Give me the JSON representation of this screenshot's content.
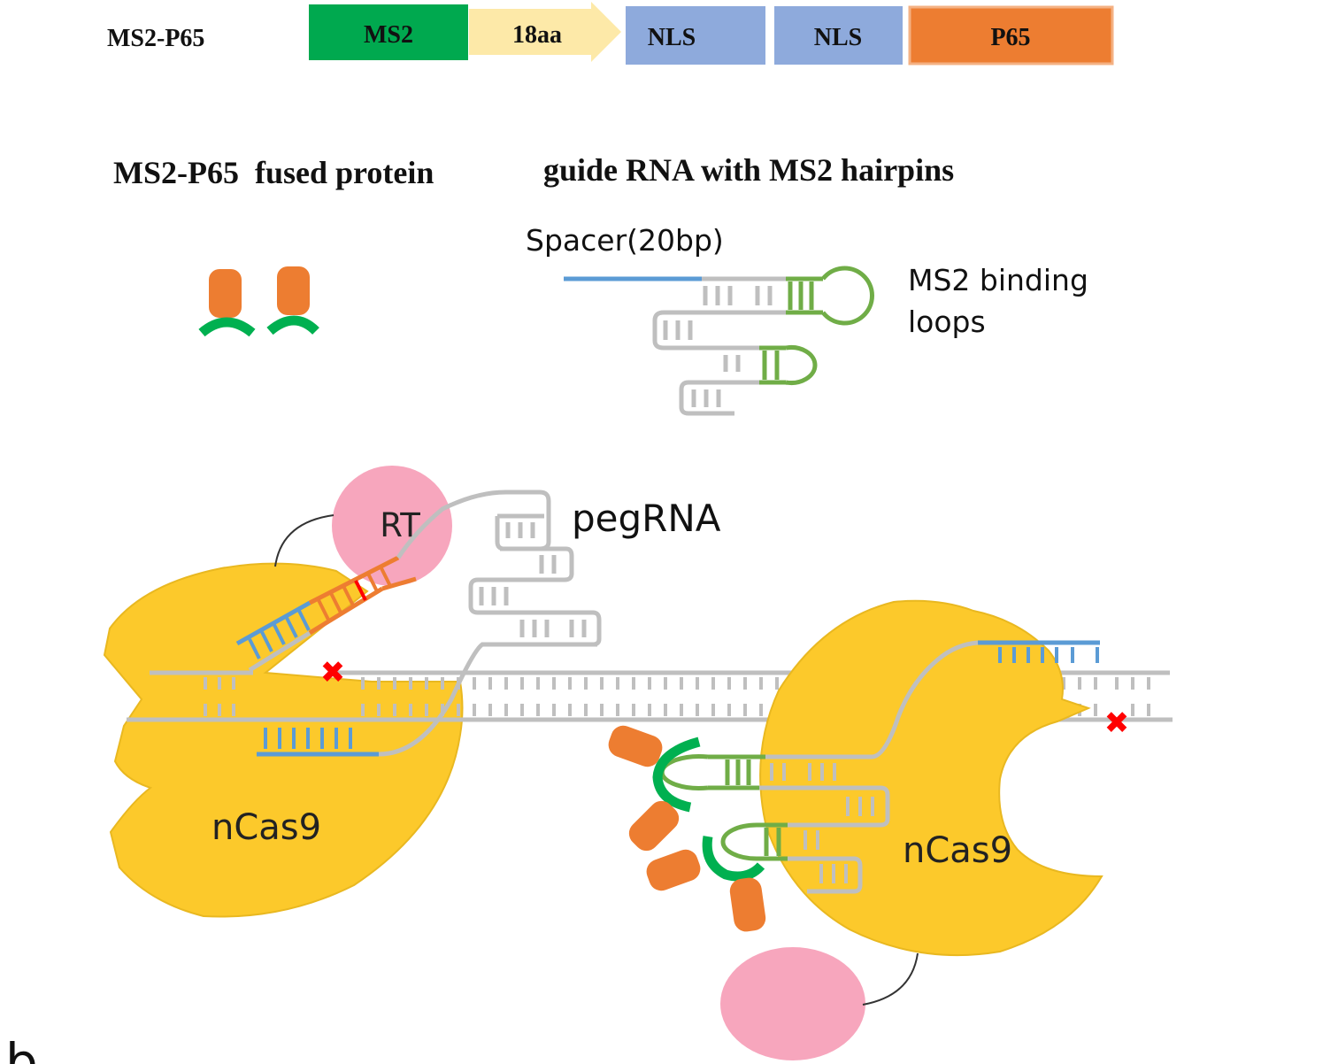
{
  "construct": {
    "name": "MS2-P65",
    "segments": [
      "MS2",
      "18aa",
      "NLS",
      "NLS",
      "P65"
    ],
    "colors": {
      "ms2": "#00a94f",
      "linker": "#fde9a8",
      "nls": "#8eaadc",
      "p65": "#ed7d31"
    }
  },
  "section_titles": {
    "fused_protein": "MS2-P65  fused protein",
    "guide_rna": "guide RNA with MS2 hairpins"
  },
  "labels": {
    "spacer": "Spacer(20bp)",
    "ms2_binding_line1": "MS2 binding",
    "ms2_binding_line2": "loops",
    "rt": "RT",
    "pegrna": "pegRNA",
    "ncas9_left": "nCas9",
    "ncas9_right": "nCas9",
    "panel_letter": "b"
  },
  "colors": {
    "cas9": "#fcc92b",
    "rt": "#f7a6bd",
    "rna": "#bfbfbf",
    "spacer": "#5b9bd5",
    "hairpin": "#70ad47",
    "ms2_coat": "#00b050",
    "p65": "#ed7d31",
    "nick": "#ff0000"
  }
}
